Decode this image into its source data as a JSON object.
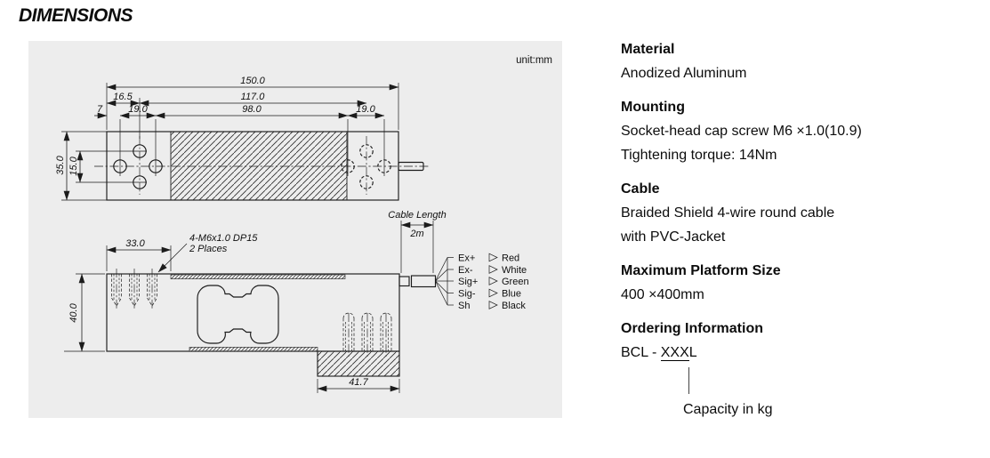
{
  "title": "DIMENSIONS",
  "drawing": {
    "unit_label": "unit:mm",
    "top_view": {
      "overall_length": "150.0",
      "hole_span_length": "117.0",
      "inner_length": "98.0",
      "edge_to_hole": "16.5",
      "edge_offset": "7",
      "hole_pitch_left": "19.0",
      "hole_pitch_right": "19.0",
      "body_width": "35.0",
      "hole_pitch_vertical": "15.0"
    },
    "side_view": {
      "body_height": "40.0",
      "mount_zone_length": "33.0",
      "load_block_length": "41.7",
      "thread_note_line1": "4-M6x1.0 DP15",
      "thread_note_line2": "2 Places",
      "cable_length_label": "Cable Length",
      "cable_length_value": "2m"
    },
    "wires": [
      {
        "signal": "Ex+",
        "color": "Red"
      },
      {
        "signal": "Ex-",
        "color": "White"
      },
      {
        "signal": "Sig+",
        "color": "Green"
      },
      {
        "signal": "Sig-",
        "color": "Blue"
      },
      {
        "signal": "Sh",
        "color": "Black"
      }
    ]
  },
  "specs": [
    {
      "heading": "Material",
      "lines": [
        "Anodized Aluminum"
      ]
    },
    {
      "heading": "Mounting",
      "lines": [
        "Socket-head cap screw M6 ×1.0(10.9)",
        "Tightening torque: 14Nm"
      ]
    },
    {
      "heading": "Cable",
      "lines": [
        "Braided Shield 4-wire round cable",
        "with PVC-Jacket"
      ]
    },
    {
      "heading": "Maximum Platform Size",
      "lines": [
        "400 ×400mm"
      ]
    },
    {
      "heading": "Ordering Information",
      "lines": []
    }
  ],
  "ordering": {
    "prefix": "BCL - ",
    "underlined": "XXX",
    "suffix": "L",
    "callout": "Capacity in kg"
  },
  "colors": {
    "panel_bg": "#ededed",
    "line": "#1b1b1b",
    "text": "#0d0d0d"
  }
}
